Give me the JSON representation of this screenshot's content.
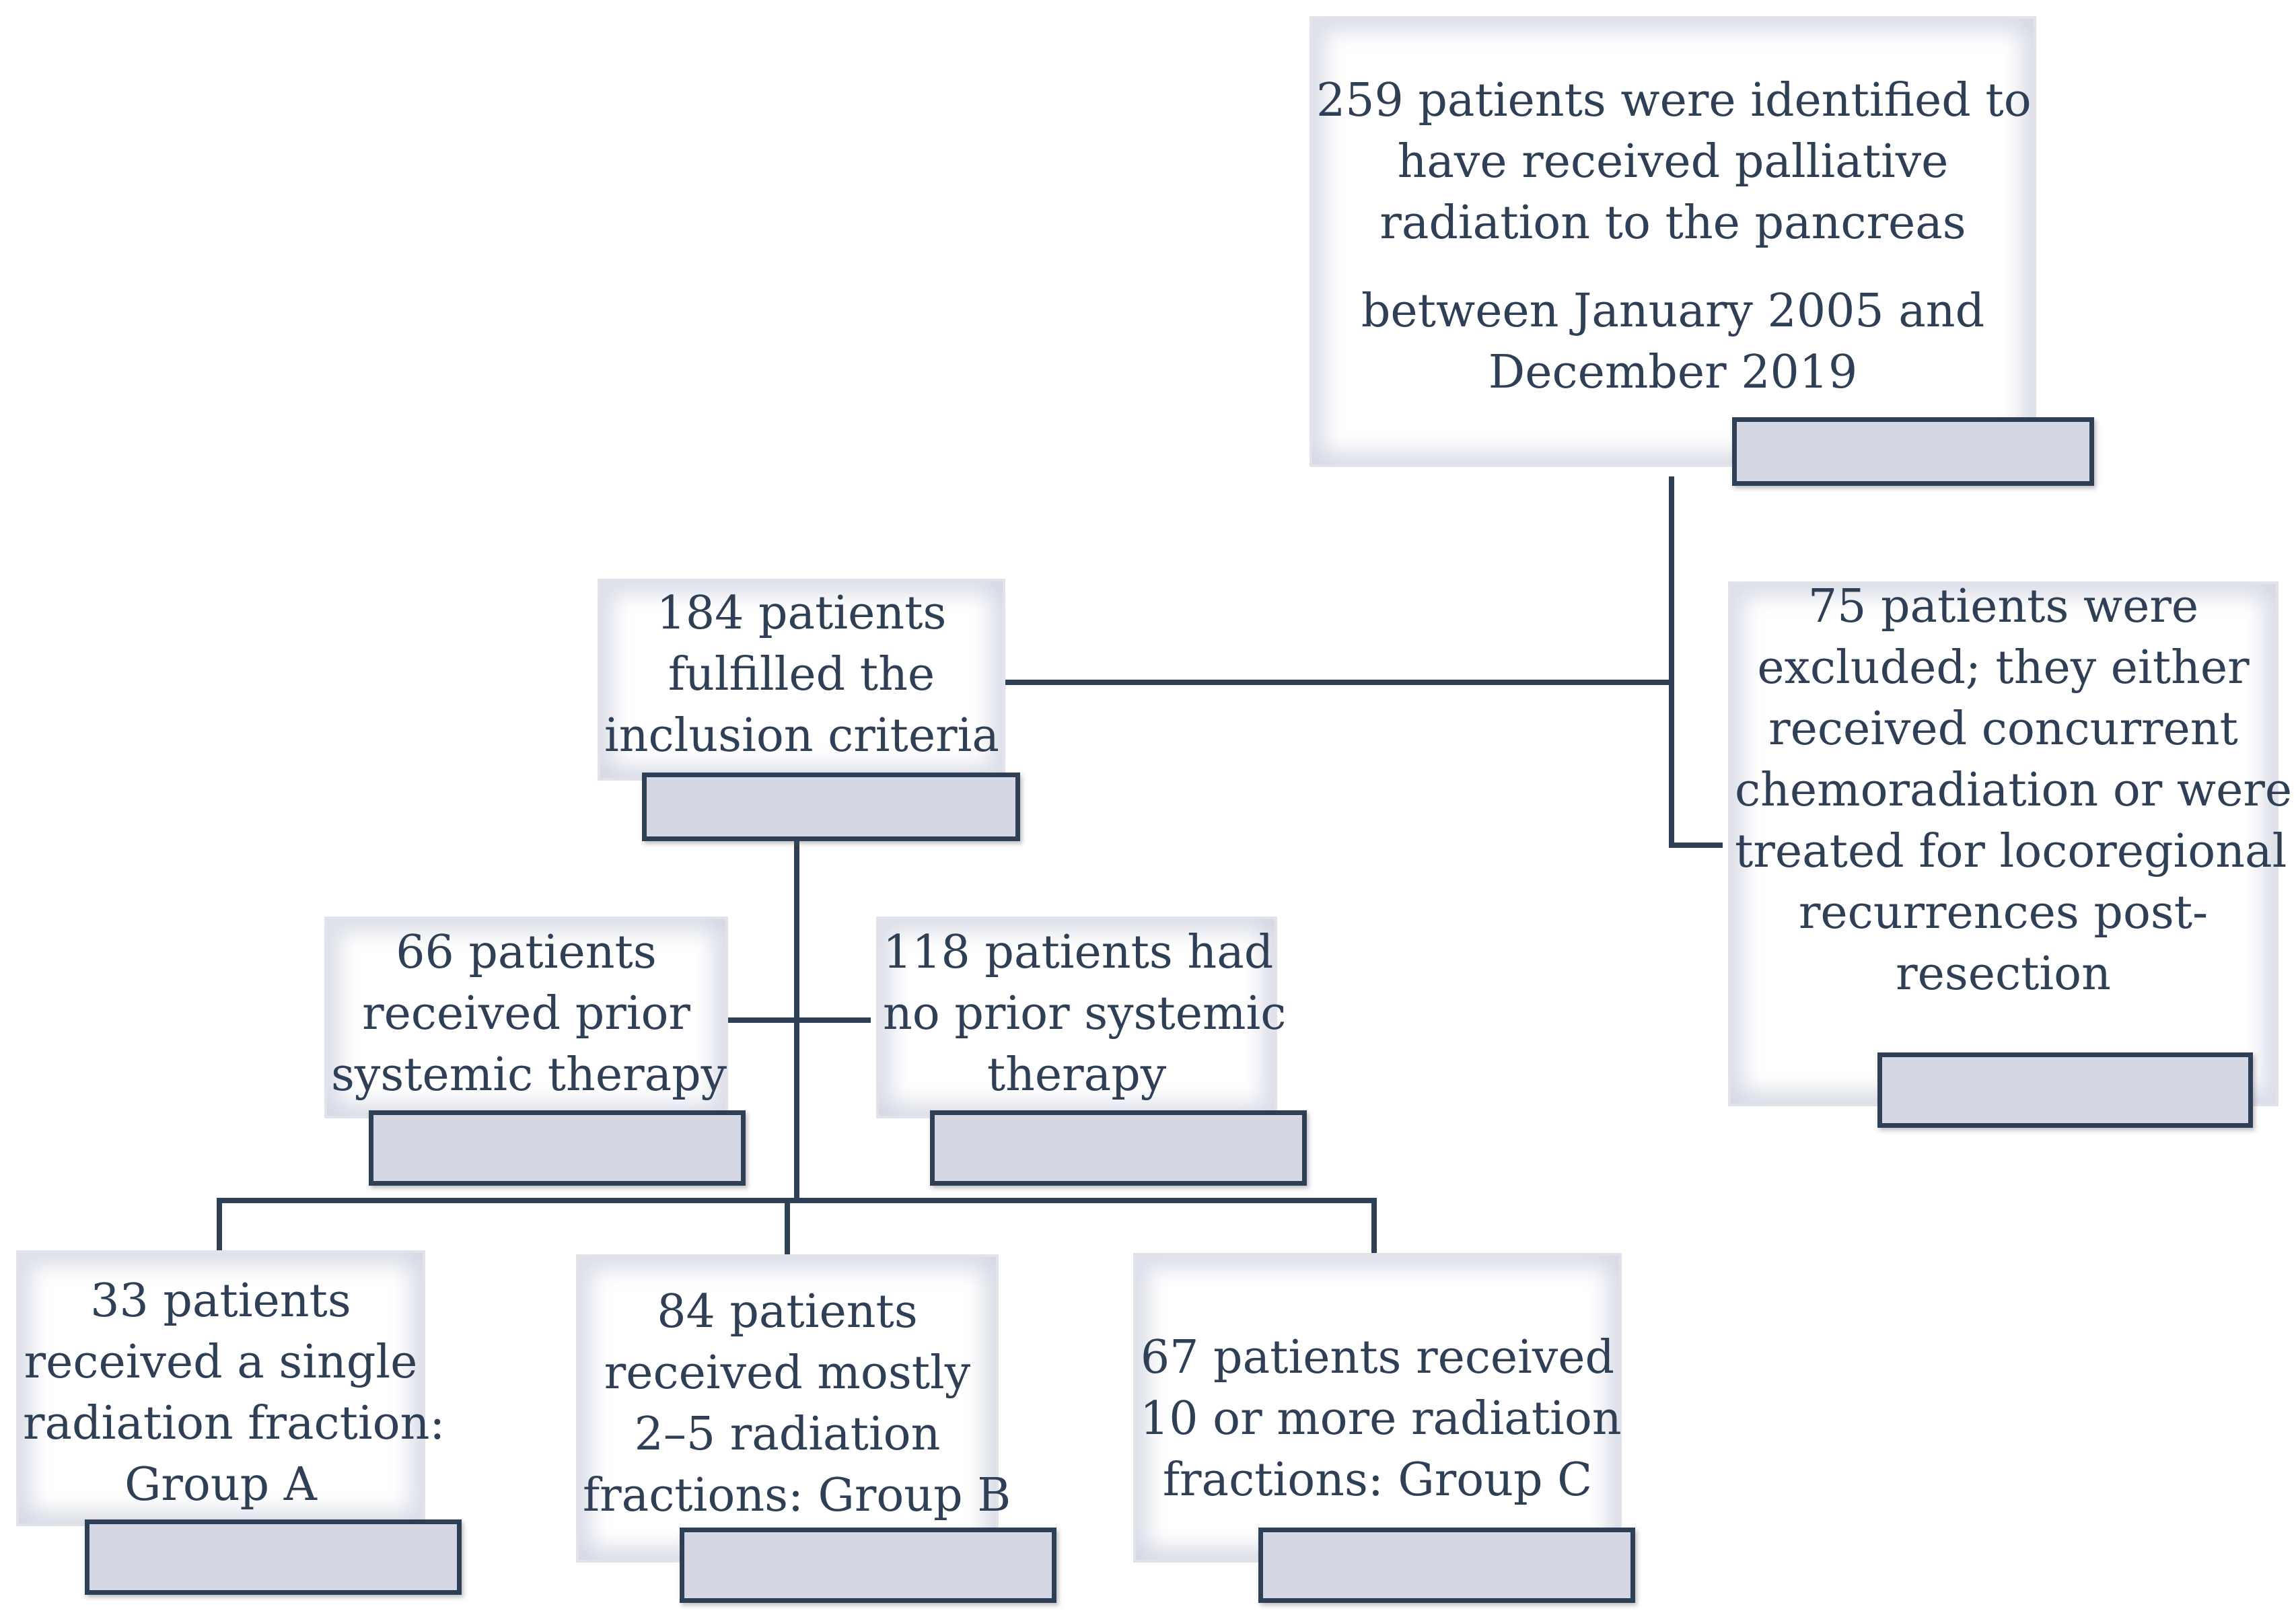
{
  "diagram": {
    "colors": {
      "text": "#2f3f55",
      "connector": "#2f3f55",
      "tab_fill": "#d6d7e4",
      "box_border": "#e2e3ea"
    },
    "identified": {
      "line1": "259 patients were identified to",
      "line2": "have received palliative",
      "line3": "radiation to the pancreas",
      "line4": "between January 2005 and",
      "line5": "December 2019"
    },
    "included": {
      "line1": "184 patients",
      "line2": "fulfilled the",
      "line3": "inclusion criteria"
    },
    "excluded": {
      "line1": "75 patients were",
      "line2": "excluded; they either",
      "line3": "received concurrent",
      "line4": "chemoradiation or were",
      "line5": "treated for locoregional",
      "line6": "recurrences post-",
      "line7": "resection"
    },
    "prior_therapy": {
      "line1": "66 patients",
      "line2": "received prior",
      "line3": "systemic therapy"
    },
    "no_prior_therapy": {
      "line1": "118 patients had",
      "line2": "no prior systemic",
      "line3": "therapy"
    },
    "group_a": {
      "line1": "33 patients",
      "line2": "received a single",
      "line3": "radiation fraction:",
      "line4": "Group A"
    },
    "group_b": {
      "line1": "84 patients",
      "line2": "received mostly",
      "line3": "2–5  radiation",
      "line4": "fractions: Group B"
    },
    "group_c": {
      "line1": "67 patients received",
      "line2": "10 or more radiation",
      "line3": "fractions: Group C"
    }
  }
}
